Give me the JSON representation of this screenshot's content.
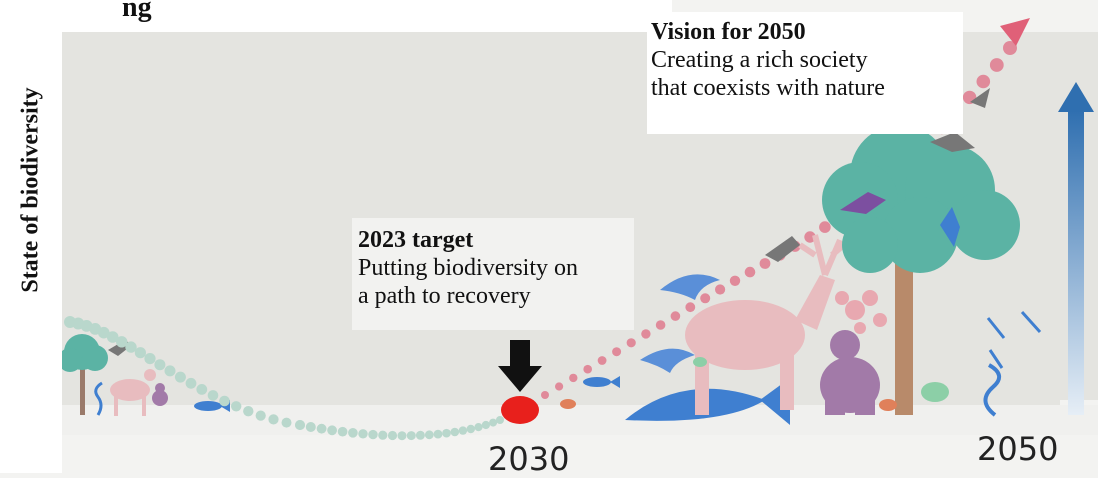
{
  "header": {
    "title_fragment": "ng"
  },
  "axis": {
    "ylabel": "State of biodiversity"
  },
  "milestones": {
    "target_2023": {
      "title": "2023 target",
      "line1": "Putting biodiversity on",
      "line2": "a path to recovery"
    },
    "vision_2050": {
      "title": "Vision for 2050",
      "line1": "Creating a rich society",
      "line2": "that coexists with nature"
    }
  },
  "timeline": {
    "year_2030": "2030",
    "year_2050": "2050"
  },
  "colors": {
    "panel": "#e4e4e0",
    "path_past": "#b9d7cc",
    "path_future": "#e08a9a",
    "target_dot": "#e8201c",
    "vision_arrow": "#e06078",
    "blue_arrow": "#2f6fb0",
    "tree": "#5bb3a4",
    "deer": "#e8bcbf",
    "monkey": "#a27aa8",
    "fish": "#3f7fd0",
    "black_arrow": "#111111"
  },
  "icons": [
    "tree-icon",
    "deer-icon",
    "monkey-icon",
    "fish-icon",
    "dolphin-icon",
    "bird-icon",
    "frog-icon",
    "snake-icon",
    "dragonfly-icon",
    "crab-icon",
    "down-arrow-icon",
    "up-arrow-icon"
  ]
}
